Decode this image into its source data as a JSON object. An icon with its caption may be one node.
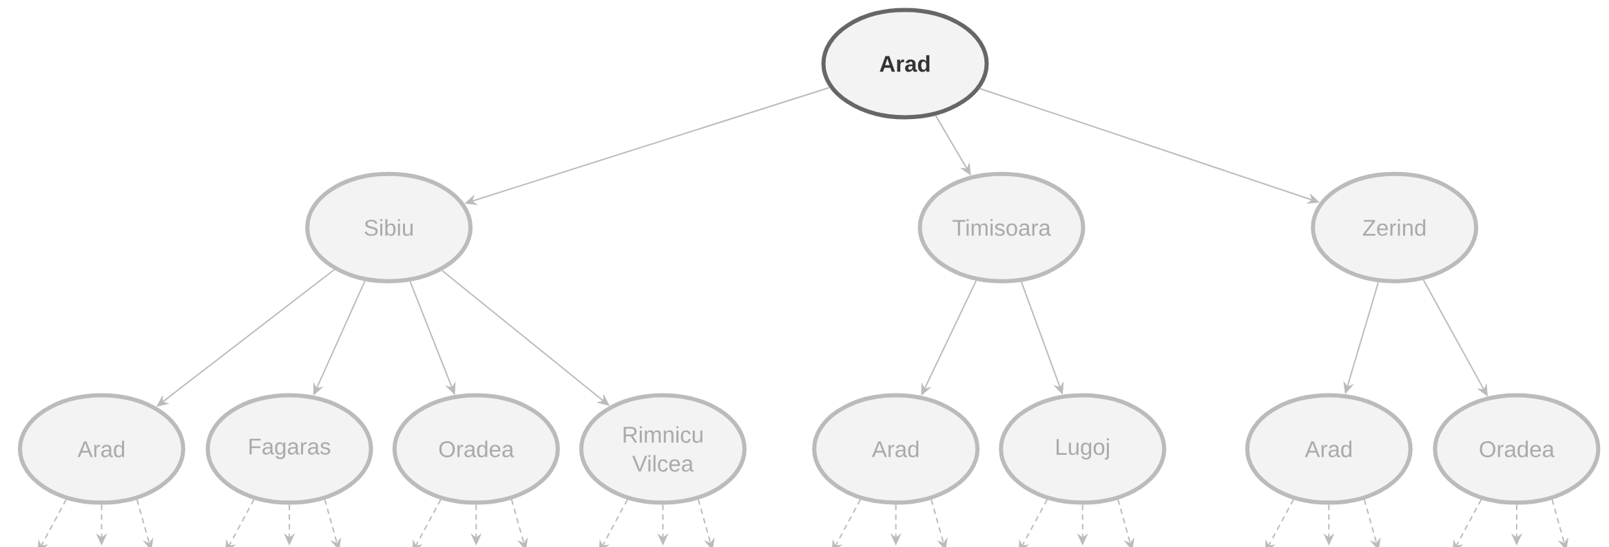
{
  "diagram": {
    "nodes": [
      {
        "text": [
          "Arad"
        ]
      },
      {
        "text": [
          "Sibiu"
        ]
      },
      {
        "text": [
          "Timisoara"
        ]
      },
      {
        "text": [
          "Zerind"
        ]
      },
      {
        "text": [
          "Arad"
        ]
      },
      {
        "text": [
          "Fagaras"
        ]
      },
      {
        "text": [
          "Oradea"
        ]
      },
      {
        "text": [
          "Rimnicu Vilcea"
        ]
      },
      {
        "text": [
          "Arad"
        ]
      },
      {
        "text": [
          "Lugoj"
        ]
      },
      {
        "text": [
          "Arad"
        ]
      },
      {
        "text": [
          "Oradea"
        ]
      }
    ],
    "edges": [
      {
        "from": 0,
        "to": 1,
        "arrow": "to"
      },
      {
        "from": 0,
        "to": 2,
        "arrow": "to"
      },
      {
        "from": 0,
        "to": 3,
        "arrow": "to"
      },
      {
        "from": 1,
        "to": 4,
        "arrow": "to"
      },
      {
        "from": 1,
        "to": 5,
        "arrow": "to"
      },
      {
        "from": 1,
        "to": 6,
        "arrow": "to"
      },
      {
        "from": 1,
        "to": 7,
        "arrow": "to"
      },
      {
        "from": 2,
        "to": 8,
        "arrow": "to"
      },
      {
        "from": 2,
        "to": 9,
        "arrow": "to"
      },
      {
        "from": 3,
        "to": 10,
        "arrow": "to"
      },
      {
        "from": 3,
        "to": 11,
        "arrow": "to"
      },
      {
        "from": 4,
        "to": null,
        "arrow": "to",
        "style": "dashed"
      },
      {
        "from": 4,
        "to": null,
        "arrow": "to",
        "style": "dashed"
      },
      {
        "from": 4,
        "to": null,
        "arrow": "to",
        "style": "dashed"
      },
      {
        "from": 5,
        "to": null,
        "arrow": "to",
        "style": "dashed"
      },
      {
        "from": 5,
        "to": null,
        "arrow": "to",
        "style": "dashed"
      },
      {
        "from": 5,
        "to": null,
        "arrow": "to",
        "style": "dashed"
      },
      {
        "from": 6,
        "to": null,
        "arrow": "to",
        "style": "dashed"
      },
      {
        "from": 6,
        "to": null,
        "arrow": "to",
        "style": "dashed"
      },
      {
        "from": 6,
        "to": null,
        "arrow": "to",
        "style": "dashed"
      },
      {
        "from": 7,
        "to": null,
        "arrow": "to",
        "style": "dashed"
      },
      {
        "from": 7,
        "to": null,
        "arrow": "to",
        "style": "dashed"
      },
      {
        "from": 7,
        "to": null,
        "arrow": "to",
        "style": "dashed"
      },
      {
        "from": 8,
        "to": null,
        "arrow": "to",
        "style": "dashed"
      },
      {
        "from": 8,
        "to": null,
        "arrow": "to",
        "style": "dashed"
      },
      {
        "from": 8,
        "to": null,
        "arrow": "to",
        "style": "dashed"
      },
      {
        "from": 9,
        "to": null,
        "arrow": "to",
        "style": "dashed"
      },
      {
        "from": 9,
        "to": null,
        "arrow": "to",
        "style": "dashed"
      },
      {
        "from": 9,
        "to": null,
        "arrow": "to",
        "style": "dashed"
      },
      {
        "from": 10,
        "to": null,
        "arrow": "to",
        "style": "dashed"
      },
      {
        "from": 10,
        "to": null,
        "arrow": "to",
        "style": "dashed"
      },
      {
        "from": 10,
        "to": null,
        "arrow": "to",
        "style": "dashed"
      },
      {
        "from": 11,
        "to": null,
        "arrow": "to",
        "style": "dashed"
      },
      {
        "from": 11,
        "to": null,
        "arrow": "to",
        "style": "dashed"
      },
      {
        "from": 11,
        "to": null,
        "arrow": "to",
        "style": "dashed"
      }
    ]
  }
}
